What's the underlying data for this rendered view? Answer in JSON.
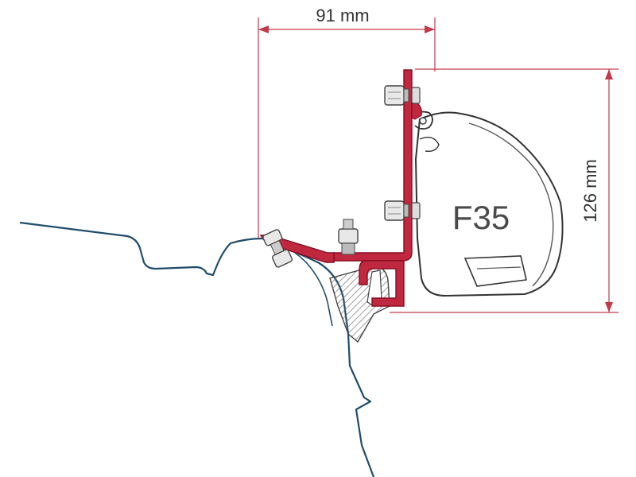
{
  "diagram": {
    "width_dimension": "91 mm",
    "height_dimension": "126 mm",
    "model_label": "F35"
  },
  "colors": {
    "bracket": "#a0102a",
    "bracket_fill": "#c0283f",
    "dimension_lines": "#c23a4c",
    "vehicle_roof": "#1f4d6b",
    "awning_outline": "#333333",
    "hardware": "#555555"
  }
}
